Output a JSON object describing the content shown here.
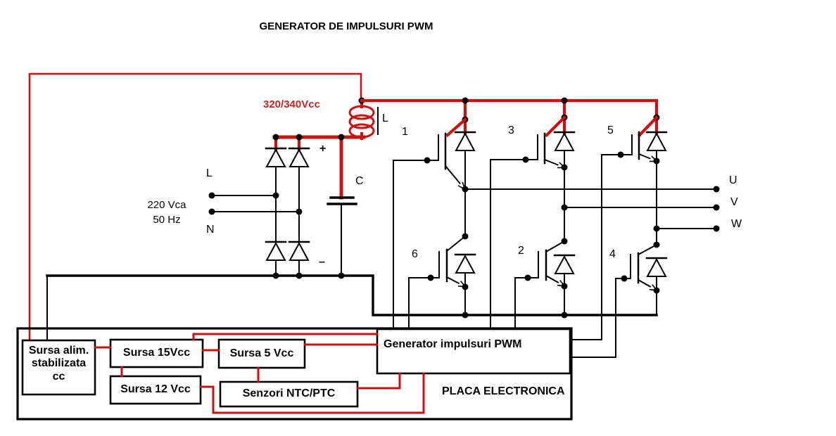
{
  "title": "GENERATOR DE IMPULSURI PWM",
  "colors": {
    "wire_red": "#cc1111",
    "label_red": "#cc2222"
  },
  "power_input": {
    "line_label": "L",
    "neutral_label": "N",
    "voltage": "220 Vca",
    "frequency": "50 Hz"
  },
  "dc_link": {
    "voltage_label": "320/340Vcc",
    "inductor_label": "L",
    "capacitor_label": "C",
    "plus": "+",
    "minus": "–"
  },
  "inverter": {
    "igbt_labels": {
      "top": [
        "1",
        "3",
        "5"
      ],
      "bottom": [
        "6",
        "2",
        "4"
      ]
    },
    "outputs": [
      "U",
      "V",
      "W"
    ]
  },
  "board": {
    "name": "PLACA ELECTRONICA",
    "pwm_generator": "Generator impulsuri PWM",
    "psu_main": "Sursa alim.\nstabilizata\ncc",
    "psu_15v": "Sursa 15Vcc",
    "psu_12v": "Sursa 12 Vcc",
    "psu_5v": "Sursa 5 Vcc",
    "sensors": "Senzori NTC/PTC"
  }
}
